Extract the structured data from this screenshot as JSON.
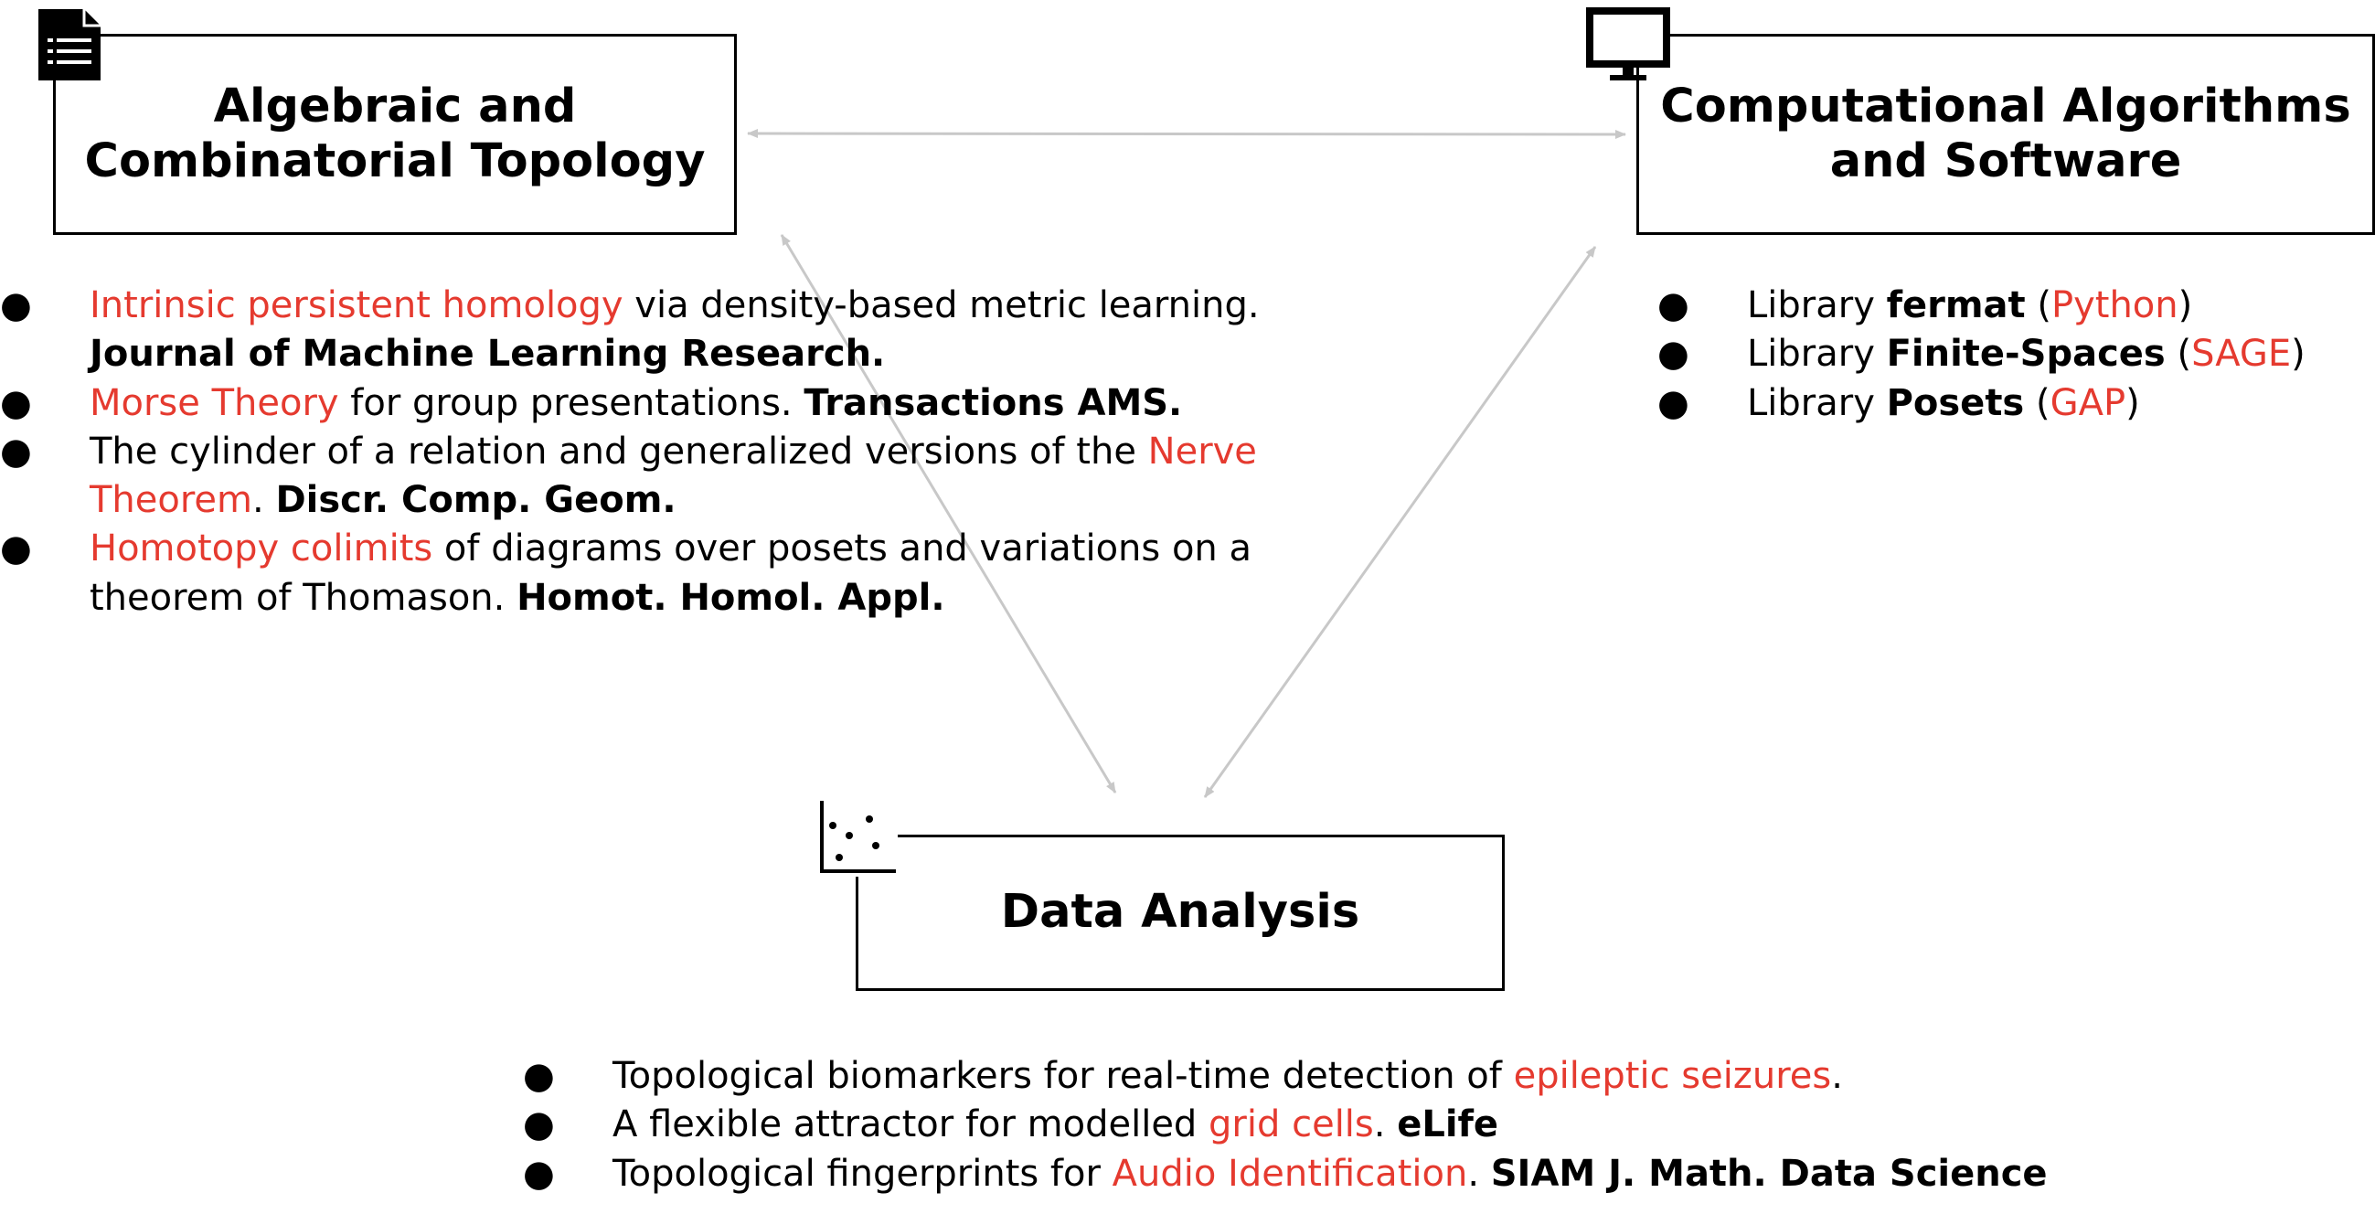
{
  "nodes": {
    "topology": {
      "title_lines": [
        "Algebraic and",
        "Combinatorial Topology"
      ],
      "icon": "document-icon"
    },
    "software": {
      "title_lines": [
        "Computational Algorithms",
        "and Software"
      ],
      "icon": "monitor-icon"
    },
    "data": {
      "title_lines": [
        "Data Analysis"
      ],
      "icon": "scatter-plot-icon"
    }
  },
  "edges": [
    {
      "from": "topology",
      "to": "software",
      "style": "double-arrow"
    },
    {
      "from": "topology",
      "to": "data",
      "style": "double-arrow"
    },
    {
      "from": "software",
      "to": "data",
      "style": "double-arrow"
    }
  ],
  "colors": {
    "accent": "#e53a2f",
    "arrow": "#c8c8c8",
    "text": "#000000"
  },
  "bullet": "●",
  "lists": {
    "topology": [
      [
        {
          "t": "Intrinsic persistent homology",
          "s": "red"
        },
        {
          "t": " via density-based metric learning. "
        },
        {
          "t": "Journal of Machine Learning Research.",
          "s": "bold"
        }
      ],
      [
        {
          "t": "Morse Theory",
          "s": "red"
        },
        {
          "t": " for group presentations. "
        },
        {
          "t": "Transactions AMS.",
          "s": "bold"
        }
      ],
      [
        {
          "t": "The cylinder of a relation and generalized versions of the "
        },
        {
          "t": "Nerve Theorem",
          "s": "red"
        },
        {
          "t": ". "
        },
        {
          "t": "Discr. Comp. Geom.",
          "s": "bold"
        }
      ],
      [
        {
          "t": "Homotopy colimits",
          "s": "red"
        },
        {
          "t": " of diagrams over posets and variations on a theorem of Thomason. "
        },
        {
          "t": "Homot. Homol. Appl.",
          "s": "bold"
        }
      ]
    ],
    "software": [
      [
        {
          "t": "Library "
        },
        {
          "t": "fermat",
          "s": "bold"
        },
        {
          "t": " ("
        },
        {
          "t": "Python",
          "s": "red"
        },
        {
          "t": ")"
        }
      ],
      [
        {
          "t": "Library "
        },
        {
          "t": "Finite-Spaces",
          "s": "bold"
        },
        {
          "t": " ("
        },
        {
          "t": "SAGE",
          "s": "red"
        },
        {
          "t": ")"
        }
      ],
      [
        {
          "t": "Library "
        },
        {
          "t": "Posets",
          "s": "bold"
        },
        {
          "t": " ("
        },
        {
          "t": "GAP",
          "s": "red"
        },
        {
          "t": ")"
        }
      ]
    ],
    "data": [
      [
        {
          "t": "Topological biomarkers for real-time detection of "
        },
        {
          "t": "epileptic seizures",
          "s": "red"
        },
        {
          "t": "."
        }
      ],
      [
        {
          "t": "A flexible attractor for modelled "
        },
        {
          "t": "grid cells",
          "s": "red"
        },
        {
          "t": ". "
        },
        {
          "t": "eLife",
          "s": "bold"
        }
      ],
      [
        {
          "t": "Topological fingerprints for "
        },
        {
          "t": "Audio Identification",
          "s": "red"
        },
        {
          "t": ".  "
        },
        {
          "t": "SIAM J. Math. Data Science",
          "s": "bold"
        }
      ]
    ]
  }
}
